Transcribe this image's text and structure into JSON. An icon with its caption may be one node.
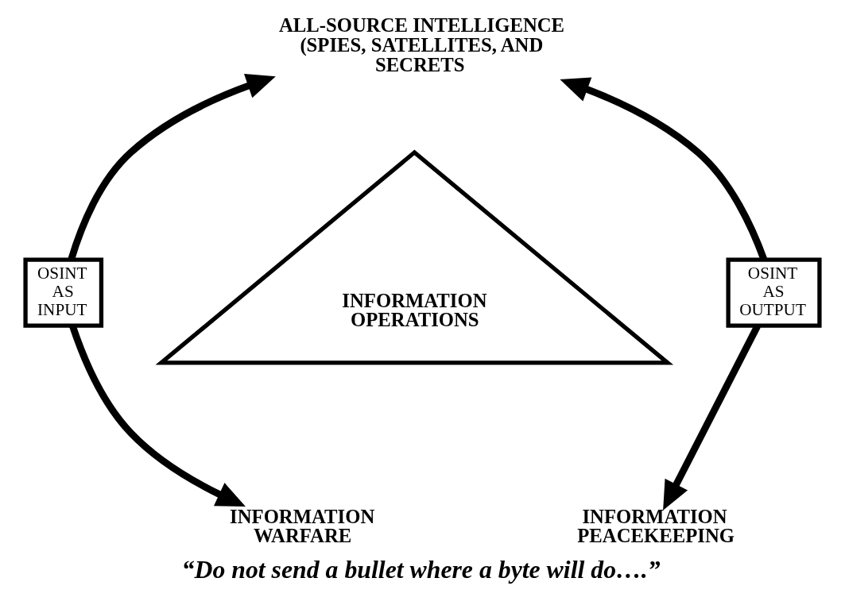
{
  "diagram": {
    "caption": "“Do not send a bullet where a byte will do….”",
    "nodes": [
      {
        "text": [
          "ALL-SOURCE INTELLIGENCE (SPIES, SATELLITES, AND SECRETS"
        ]
      },
      {
        "text": [
          "OSINT AS INPUT"
        ]
      },
      {
        "text": [
          "INFORMATION OPERATIONS"
        ]
      },
      {
        "text": [
          "OSINT AS OUTPUT"
        ]
      },
      {
        "text": [
          "INFORMATION WARFARE"
        ]
      },
      {
        "text": [
          "INFORMATION PEACEKEEPING"
        ]
      }
    ],
    "edges": [
      {
        "from": 1,
        "to": 0,
        "arrow": "to"
      },
      {
        "from": 1,
        "to": 4,
        "arrow": "to"
      },
      {
        "from": 3,
        "to": 0,
        "arrow": "to"
      },
      {
        "from": 3,
        "to": 5,
        "arrow": "to"
      }
    ]
  }
}
